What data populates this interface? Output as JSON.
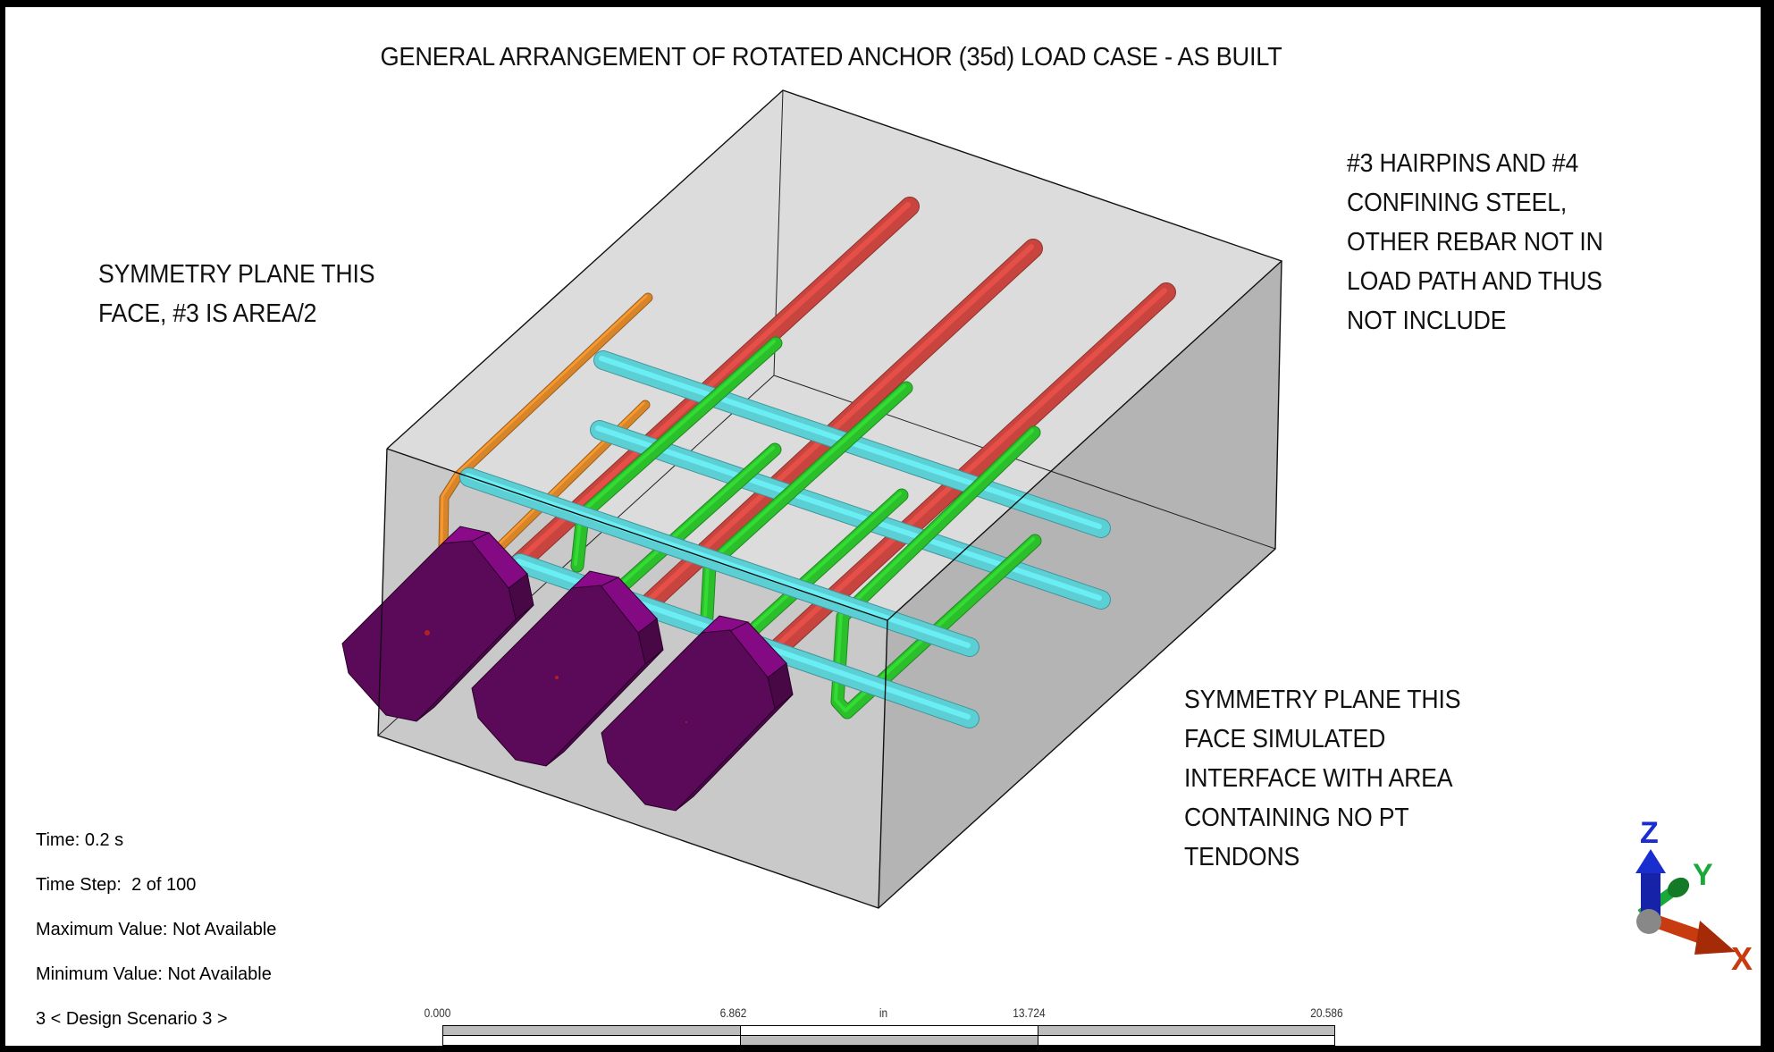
{
  "title": "GENERAL ARRANGEMENT OF ROTATED ANCHOR (35d) LOAD CASE - AS BUILT",
  "annotations": {
    "left_note": [
      "SYMMETRY PLANE THIS",
      "FACE, #3 IS AREA/2"
    ],
    "top_right_note": [
      "#3 HAIRPINS AND #4",
      "CONFINING STEEL,",
      "OTHER REBAR NOT IN",
      "LOAD PATH AND THUS",
      "NOT INCLUDE"
    ],
    "bottom_right_note": [
      "SYMMETRY PLANE THIS",
      "FACE SIMULATED",
      "INTERFACE WITH AREA",
      "CONTAINING NO PT",
      "TENDONS"
    ]
  },
  "result_info": {
    "time": "Time: 0.2 s",
    "time_step": "Time Step:  2 of 100",
    "max_value": "Maximum Value: Not Available",
    "min_value": "Minimum Value: Not Available",
    "scenario": "3 < Design Scenario 3 >"
  },
  "scale_bar": {
    "labels": [
      "0.000",
      "6.862",
      "13.724",
      "20.586"
    ],
    "unit": "in"
  },
  "axis_triad": {
    "x_label": "X",
    "y_label": "Y",
    "z_label": "Z",
    "x_color": "#c83a10",
    "y_color": "#1aa83a",
    "z_color": "#1a2ed0"
  },
  "model": {
    "block_color": "#d6d6d6",
    "anchor_plate_color": "#5a0a58",
    "anchor_plate_top_color": "#8a0a8a",
    "tendon_color": "#c8453f",
    "hairpin_color": "#2cbf2c",
    "confining_bar_color": "#5ccfd4",
    "edge_bar_color": "#d8852a",
    "anchor_count": 3
  }
}
